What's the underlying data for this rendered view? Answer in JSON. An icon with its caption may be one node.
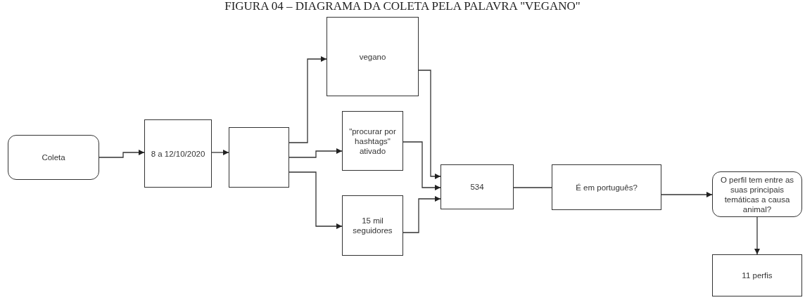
{
  "diagram": {
    "title": "FIGURA 04 – DIAGRAMA DA COLETA PELA PALAVRA \"VEGANO\"",
    "nodes": [
      {
        "text": [
          "Coleta"
        ]
      },
      {
        "text": [
          "8 a 12/10/2020"
        ]
      },
      {
        "text": [],
        "shape": "box"
      },
      {
        "text": [
          "vegano"
        ]
      },
      {
        "text": [
          "\"procurar por hashtags\" ativado"
        ]
      },
      {
        "text": [
          "15 mil seguidores"
        ]
      },
      {
        "text": [
          "534"
        ]
      },
      {
        "text": [
          "É em português?"
        ]
      },
      {
        "text": [
          "O perfil tem entre as suas principais temáticas a causa animal?"
        ]
      },
      {
        "text": [
          "11 perfis"
        ]
      }
    ],
    "edges": [
      {
        "from": 0,
        "to": 1,
        "arrow": "to"
      },
      {
        "from": 1,
        "to": 2,
        "arrow": "to"
      },
      {
        "from": 2,
        "to": 3,
        "arrow": "to"
      },
      {
        "from": 2,
        "to": 4,
        "arrow": "to"
      },
      {
        "from": 2,
        "to": 5,
        "arrow": "to"
      },
      {
        "from": 3,
        "to": 6,
        "arrow": "to"
      },
      {
        "from": 4,
        "to": 6,
        "arrow": "to"
      },
      {
        "from": 5,
        "to": 6,
        "arrow": "to"
      },
      {
        "from": 6,
        "to": 7,
        "arrow": "none"
      },
      {
        "from": 7,
        "to": 8,
        "arrow": "to"
      },
      {
        "from": 8,
        "to": 9,
        "arrow": "to"
      }
    ]
  }
}
